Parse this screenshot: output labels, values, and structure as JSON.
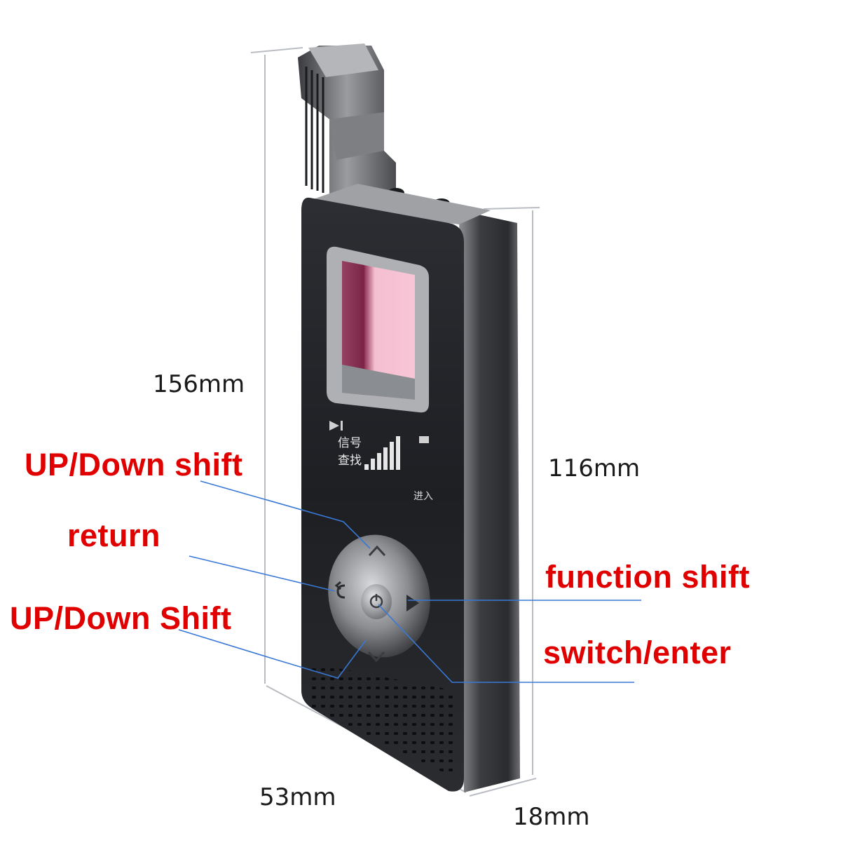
{
  "dimensions": {
    "total_height": "156mm",
    "body_height": "116mm",
    "width": "53mm",
    "depth": "18mm"
  },
  "callouts": {
    "up_down_shift": "UP/Down shift",
    "return": "return",
    "up_down_shift_lower": "UP/Down Shift",
    "function_shift": "function shift",
    "switch_enter": "switch/enter"
  },
  "screen": {
    "line1": "信号",
    "line2": "查找",
    "enter_label": "进入"
  },
  "icons": {
    "play_pause": "play-pause-icon",
    "battery": "battery-icon",
    "signal_bars": "signal-bars-icon",
    "up": "chevron-up-icon",
    "down": "chevron-down-icon",
    "back": "return-arrow-icon",
    "power": "power-icon",
    "play": "play-triangle-icon"
  },
  "signal_level": 6,
  "colors": {
    "callout_text": "#e00000",
    "leader_line": "#3a78d6",
    "device_body": "#2b2d31",
    "lens_tint": "#f2a3c0"
  }
}
